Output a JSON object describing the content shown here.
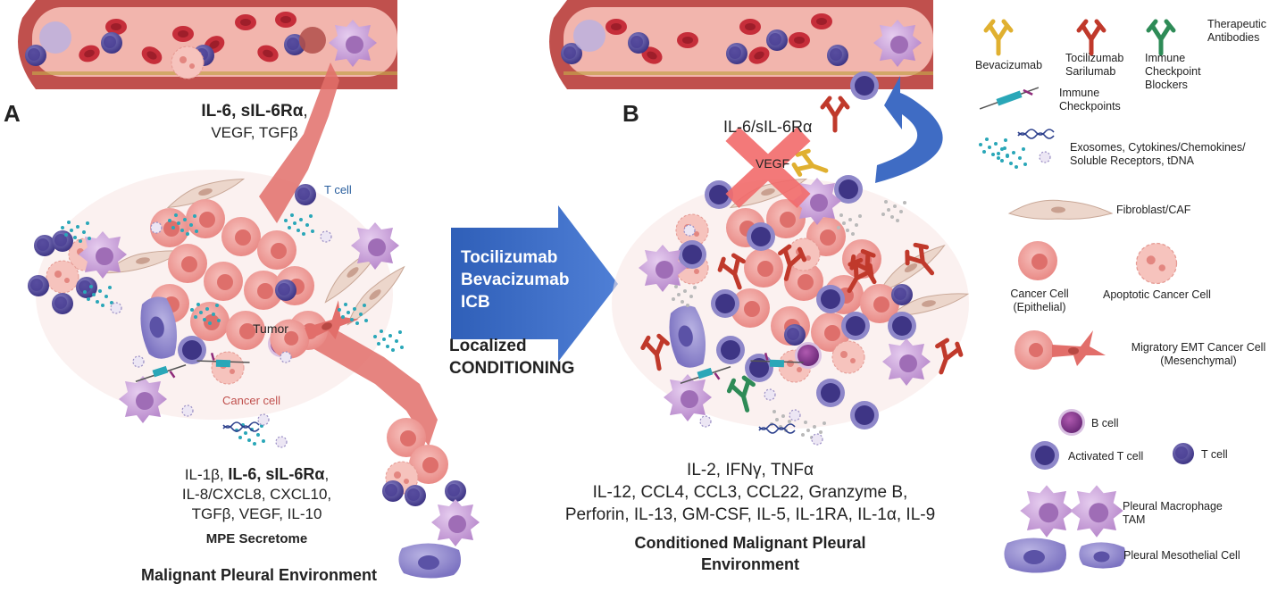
{
  "panel_a": {
    "letter": "A",
    "top_factors_bold": "IL-6, sIL-6Rα",
    "top_factors_rest": ",",
    "top_factors_line2": "VEGF, TGFβ",
    "t_cell_label": "T cell",
    "tumor_label": "Tumor",
    "cancer_cell_label": "Cancer cell",
    "secretome_l1_a": "IL-1β, ",
    "secretome_l1_bold": "IL-6, sIL-6Rα",
    "secretome_l1_c": ",",
    "secretome_l2": "IL-8/CXCL8, CXCL10,",
    "secretome_l3": "TGFβ, VEGF, IL-10",
    "secretome_title": "MPE Secretome",
    "environment_title": "Malignant Pleural Environment"
  },
  "arrow": {
    "drug1": "Tocilizumab",
    "drug2": "Bevacizumab",
    "drug3": "ICB",
    "caption_l1": "Localized",
    "caption_l2": "CONDITIONING"
  },
  "panel_b": {
    "letter": "B",
    "blocked_factor": "IL-6/sIL-6Rα",
    "blocked_vegf": "VEGF",
    "cytokines_l1": "IL-2, IFNγ, TNFα",
    "cytokines_l2": "IL-12, CCL4, CCL3, CCL22, Granzyme B,",
    "cytokines_l3": "Perforin, IL-13, GM-CSF, IL-5, IL-1RA, IL-1α, IL-9",
    "environment_title_l1": "Conditioned Malignant Pleural",
    "environment_title_l2": "Environment"
  },
  "legend": {
    "therapeutic_antibodies": "Therapeutic Antibodies",
    "bevacizumab": "Bevacizumab",
    "tocilizumab_l1": "Tocilizumab",
    "tocilizumab_l2": "Sarilumab",
    "icb_l1": "Immune",
    "icb_l2": "Checkpoint",
    "icb_l3": "Blockers",
    "immune_checkpoints_l1": "Immune",
    "immune_checkpoints_l2": "Checkpoints",
    "exosomes_l1": "Exosomes, Cytokines/Chemokines/",
    "exosomes_l2": "Soluble Receptors, tDNA",
    "fibroblast": "Fibroblast/CAF",
    "cancer_cell_l1": "Cancer Cell",
    "cancer_cell_l2": "(Epithelial)",
    "apoptotic": "Apoptotic Cancer Cell",
    "emt_l1": "Migratory EMT Cancer Cell",
    "emt_l2": "(Mesenchymal)",
    "b_cell": "B cell",
    "activated_t_cell": "Activated T cell",
    "t_cell": "T cell",
    "macrophage_l1": "Pleural Macrophage",
    "macrophage_l2": "TAM",
    "mesothelial": "Pleural Mesothelial Cell"
  },
  "colors": {
    "vessel_wall": "#c0504d",
    "vessel_lumen": "#f2b5ad",
    "rbc": "#c62e3a",
    "t_cell": "#5a4f9e",
    "macrophage": "#c59bd6",
    "cancer_cell": "#ef9a95",
    "arrow_blue": "#3f6cc4",
    "antibody_tocilizumab": "#c0392b",
    "antibody_bevacizumab": "#e0b030",
    "antibody_icb": "#2e8b57",
    "blocked_x": "#f26b6b"
  }
}
